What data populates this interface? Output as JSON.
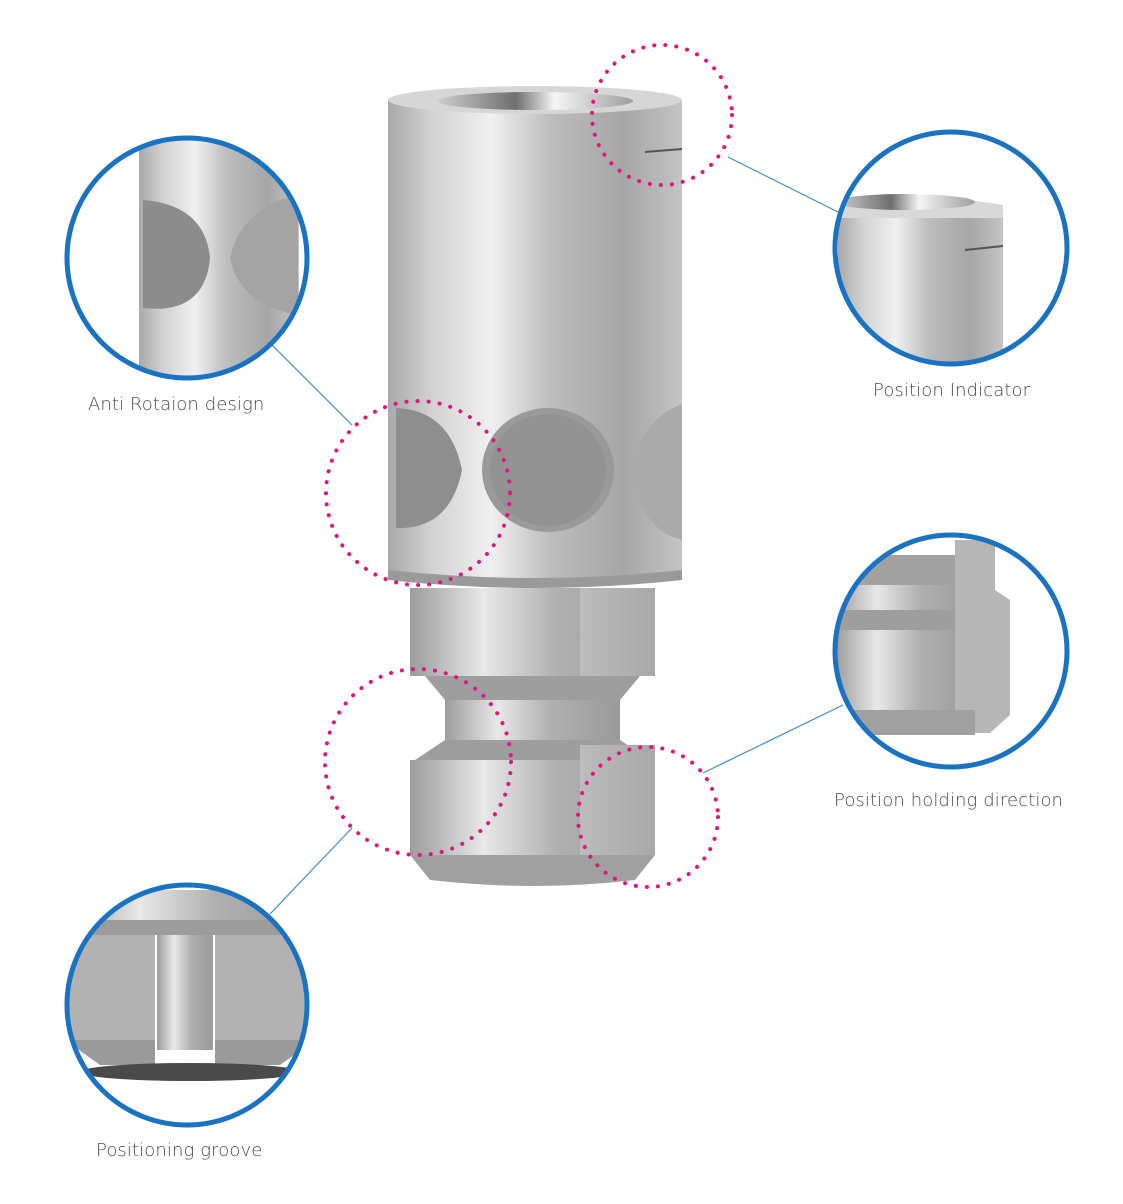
{
  "colors": {
    "callout_ring": "#1a73c2",
    "leader_line": "#3a8fd0",
    "highlight_dots": "#e0157f",
    "label_text": "#4a4a4a",
    "metal_light": "#e4e4e4",
    "metal_mid": "#b8b8b8",
    "metal_dark": "#8a8a8a"
  },
  "callouts": [
    {
      "id": "anti-rotation",
      "label": "Anti Rotaion design"
    },
    {
      "id": "position-indicator",
      "label": "Position Indicator"
    },
    {
      "id": "position-holding",
      "label": "Position holding direction"
    },
    {
      "id": "positioning-groove",
      "label": "Positioning groove"
    }
  ]
}
